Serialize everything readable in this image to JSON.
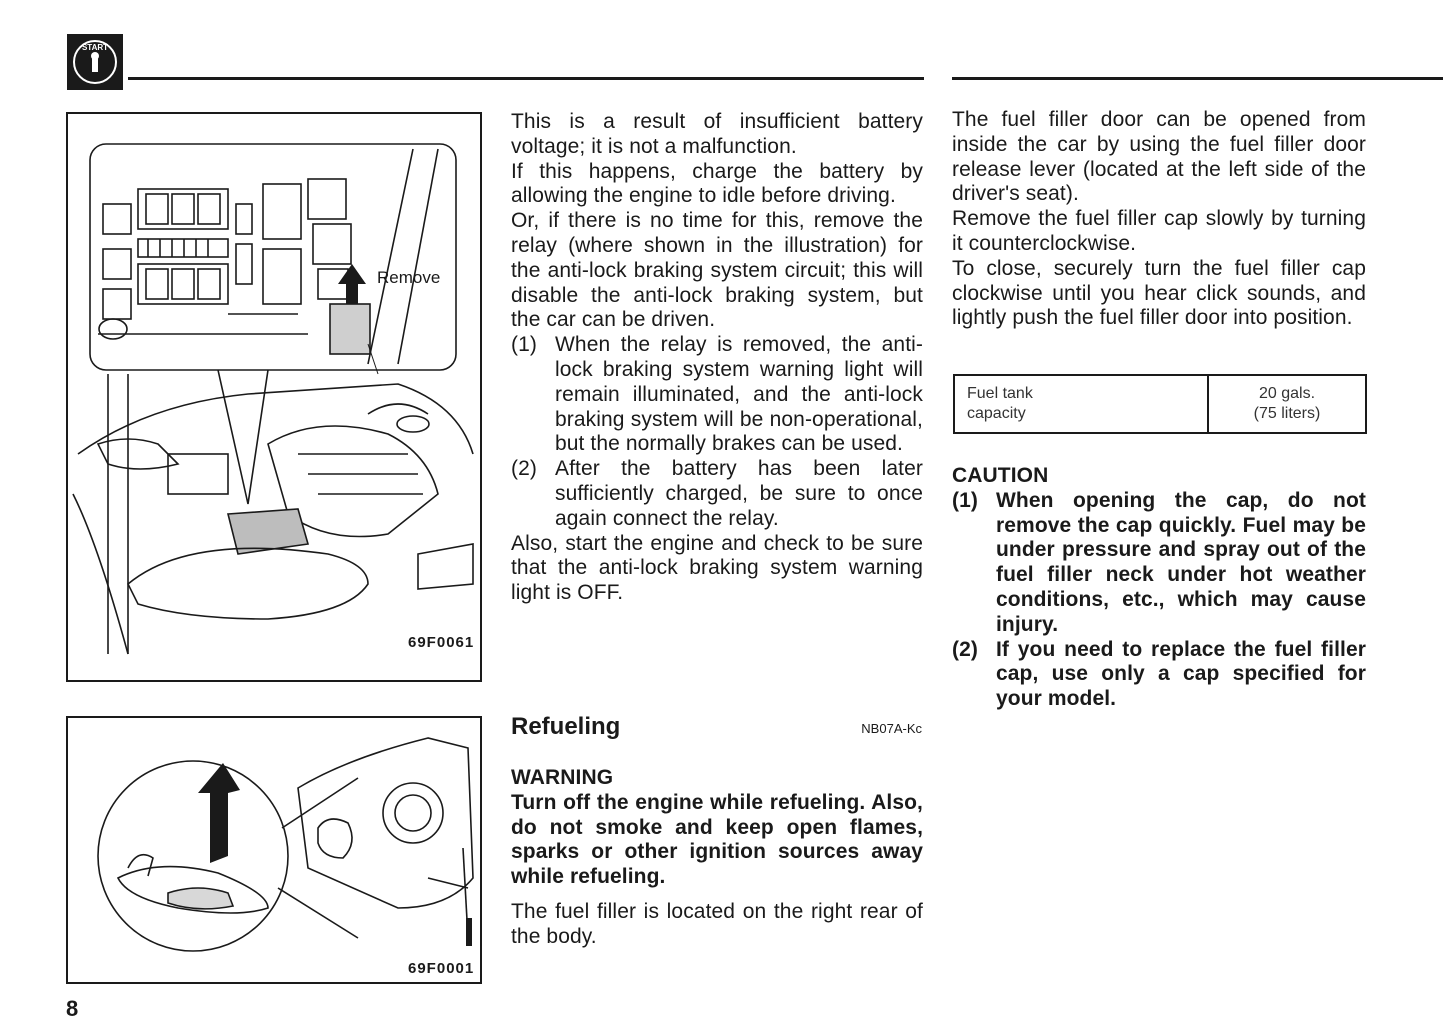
{
  "header": {
    "icon": "start-key-icon",
    "icon_text": "START"
  },
  "figures": {
    "relay": {
      "callout": "Remove",
      "code": "69F0061"
    },
    "fuel_door": {
      "code": "69F0001"
    }
  },
  "column_middle": {
    "p1": "This is a result of insufficient battery voltage; it is not a malfunction.",
    "p2": "If this happens, charge the battery by allowing the engine to idle before driving.",
    "p3": "Or, if there is no time for this, remove the relay (where shown in the illustration) for the anti-lock braking system circuit; this will disable the anti-lock braking system, but the car can be driven.",
    "items": [
      {
        "num": "(1)",
        "text": "When the relay is removed, the anti-lock braking system warning light will remain illuminated, and the anti-lock braking system will be non-operational, but the normally brakes can be used."
      },
      {
        "num": "(2)",
        "text": "After the battery has been later sufficiently charged, be sure to once again connect the relay."
      }
    ],
    "item2_cont": "Also, start the engine and check to be sure that the anti-lock braking system warning light is OFF.",
    "section_title": "Refueling",
    "section_code": "NB07A-Kc",
    "warning_title": "WARNING",
    "warning_text": "Turn off the engine while refueling. Also, do not smoke and keep open flames, sparks or other ignition sources away while refueling.",
    "p_location": "The fuel filler is located on the right rear of the body."
  },
  "column_right": {
    "p1": "The fuel filler door can be opened from inside the car by using the fuel filler door release lever (located at the left side of the driver's seat).",
    "p2": "Remove the fuel filler cap slowly by turning it counterclockwise.",
    "p3": "To close, securely turn the fuel filler cap clockwise until you hear click sounds, and lightly push the fuel filler door into position.",
    "table": {
      "label_line1": "Fuel tank",
      "label_line2": "capacity",
      "value_line1": "20 gals.",
      "value_line2": "(75 liters)"
    },
    "caution_title": "CAUTION",
    "caution_items": [
      {
        "num": "(1)",
        "text": "When opening the cap, do not remove the cap quickly. Fuel may be under pressure and spray out of the fuel filler neck under hot weather conditions, etc., which may cause injury."
      },
      {
        "num": "(2)",
        "text": "If you need to replace the fuel filler cap, use only a cap specified for your model."
      }
    ]
  },
  "footer": {
    "page_number": "8"
  }
}
